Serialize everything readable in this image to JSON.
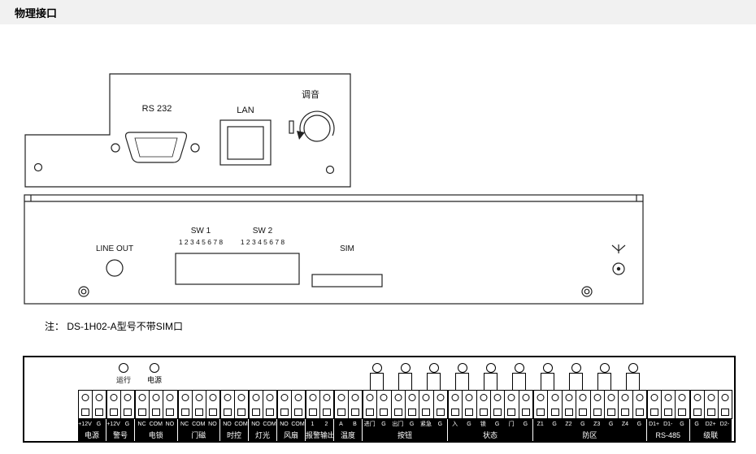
{
  "page": {
    "title": "物理接口"
  },
  "top_panel": {
    "rs232_label": "RS 232",
    "lan_label": "LAN",
    "tune_label": "调音"
  },
  "middle_panel": {
    "line_out_label": "LINE OUT",
    "sw1_label": "SW 1",
    "sw1_numbers": "1 2 3 4 5 6 7 8",
    "sw2_label": "SW 2",
    "sw2_numbers": "1 2 3 4 5 6 7 8",
    "sim_label": "SIM"
  },
  "note_text": "注： DS-1H02-A型号不带SIM口",
  "terminal_panel": {
    "leds": [
      {
        "label": "运行"
      },
      {
        "label": "电源"
      }
    ],
    "groups": [
      {
        "name": "电源",
        "pins": [
          "+12V",
          "G"
        ],
        "buttons": 0
      },
      {
        "name": "警号",
        "pins": [
          "+12V",
          "G"
        ],
        "buttons": 0
      },
      {
        "name": "电锁",
        "pins": [
          "NC",
          "COM",
          "NO"
        ],
        "buttons": 0
      },
      {
        "name": "门磁",
        "pins": [
          "NC",
          "COM",
          "NO"
        ],
        "buttons": 0
      },
      {
        "name": "时控",
        "pins": [
          "NO",
          "COM"
        ],
        "buttons": 0
      },
      {
        "name": "灯光",
        "pins": [
          "NO",
          "COM"
        ],
        "buttons": 0
      },
      {
        "name": "风扇",
        "pins": [
          "NO",
          "COM"
        ],
        "buttons": 0
      },
      {
        "name": "报警输出",
        "pins": [
          "1",
          "2"
        ],
        "buttons": 0
      },
      {
        "name": "温度",
        "pins": [
          "A",
          "B"
        ],
        "buttons": 0
      },
      {
        "name": "按钮",
        "pins": [
          "进门",
          "G",
          "出门",
          "G",
          "紧急",
          "G"
        ],
        "buttons": 3
      },
      {
        "name": "状态",
        "pins": [
          "入",
          "G",
          "锁",
          "G",
          "门",
          "G"
        ],
        "buttons": 3
      },
      {
        "name": "防区",
        "pins": [
          "Z1",
          "G",
          "Z2",
          "G",
          "Z3",
          "G",
          "Z4",
          "G"
        ],
        "buttons": 4
      },
      {
        "name": "RS-485",
        "pins": [
          "D1+",
          "D1-",
          "G"
        ],
        "buttons": 0
      },
      {
        "name": "级联",
        "pins": [
          "G",
          "D2+",
          "D2-"
        ],
        "buttons": 0
      }
    ]
  }
}
